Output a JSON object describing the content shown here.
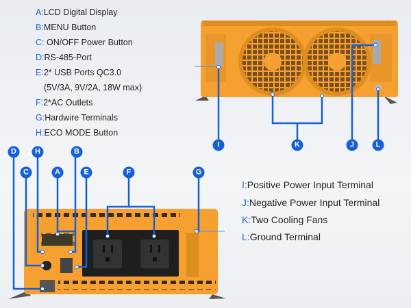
{
  "front_labels": [
    {
      "key": "A:",
      "text": "LCD Digital Display"
    },
    {
      "key": "B:",
      "text": "MENU Button"
    },
    {
      "key": "C:",
      "text": " ON/OFF Power Button"
    },
    {
      "key": "D:",
      "text": "RS-485-Port"
    },
    {
      "key": "E:",
      "text": "2* USB Ports QC3.0"
    },
    {
      "key": "",
      "text": "(5V/3A, 9V/2A, 18W max)"
    },
    {
      "key": "F:",
      "text": "2*AC Outlets"
    },
    {
      "key": "G:",
      "text": "Hardwire Terminals"
    },
    {
      "key": "H:",
      "text": "ECO MODE Button"
    }
  ],
  "rear_labels": [
    {
      "key": "I:",
      "text": "Positive Power Input Terminal"
    },
    {
      "key": "J:",
      "text": "Negative Power Input Terminal"
    },
    {
      "key": "K:",
      "text": "Two Cooling Fans"
    },
    {
      "key": "L:",
      "text": "Ground Terminal"
    }
  ],
  "badges": {
    "A": "A",
    "B": "B",
    "C": "C",
    "D": "D",
    "E": "E",
    "F": "F",
    "G": "G",
    "H": "H",
    "I": "I",
    "J": "J",
    "K": "K",
    "L": "L"
  },
  "colors": {
    "accent": "#1560d8",
    "device": "#f5a030"
  }
}
